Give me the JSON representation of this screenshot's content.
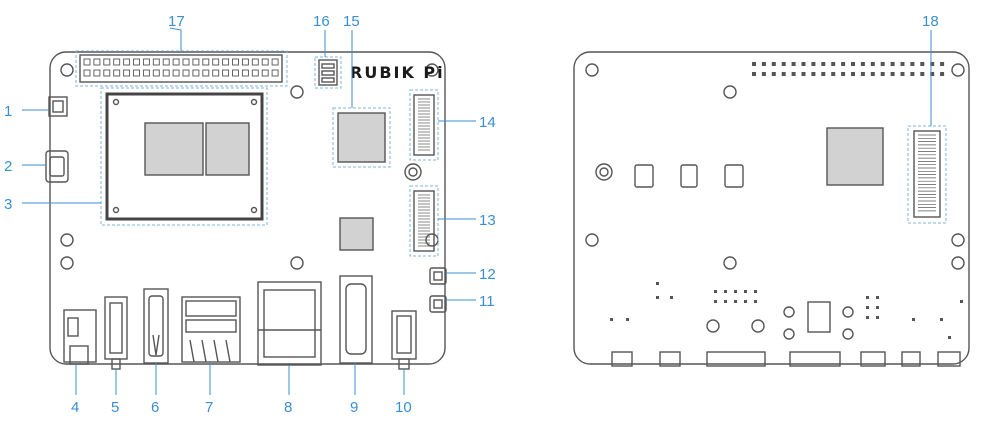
{
  "brand_text": "RUBIK Pi",
  "colors": {
    "callout_text": "#3a8fd0",
    "callout_line": "#3a8fd0",
    "dashed_box": "#7fb3de",
    "board_outline": "#555555",
    "chip_fill": "#d2d2d2"
  },
  "front_callouts": [
    "1",
    "2",
    "3",
    "4",
    "5",
    "6",
    "7",
    "8",
    "9",
    "10",
    "11",
    "12",
    "13",
    "14",
    "15",
    "16",
    "17"
  ],
  "back_callouts": [
    "18"
  ]
}
